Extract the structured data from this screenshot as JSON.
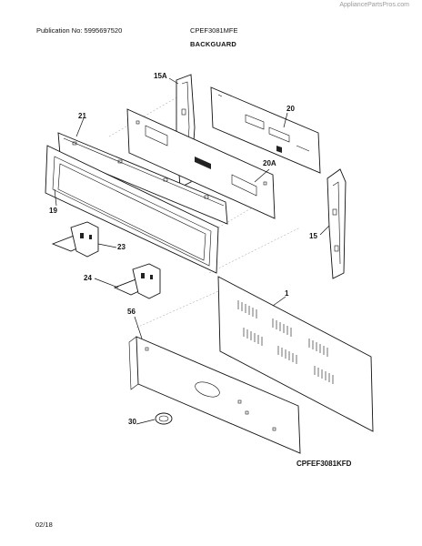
{
  "header": {
    "watermark": "AppliancePartsPros.com",
    "publication": "Publication No: 5995697520",
    "model": "CPEF3081MFE",
    "section": "BACKGUARD"
  },
  "diagram": {
    "callouts": [
      {
        "id": "15A",
        "label": "15A"
      },
      {
        "id": "20",
        "label": "20"
      },
      {
        "id": "21",
        "label": "21"
      },
      {
        "id": "20A",
        "label": "20A"
      },
      {
        "id": "19",
        "label": "19"
      },
      {
        "id": "15",
        "label": "15"
      },
      {
        "id": "23",
        "label": "23"
      },
      {
        "id": "24",
        "label": "24"
      },
      {
        "id": "1",
        "label": "1"
      },
      {
        "id": "56",
        "label": "56"
      },
      {
        "id": "30",
        "label": "30"
      }
    ],
    "code": "CPFEF3081KFD"
  },
  "footer": {
    "date": "02/18"
  }
}
